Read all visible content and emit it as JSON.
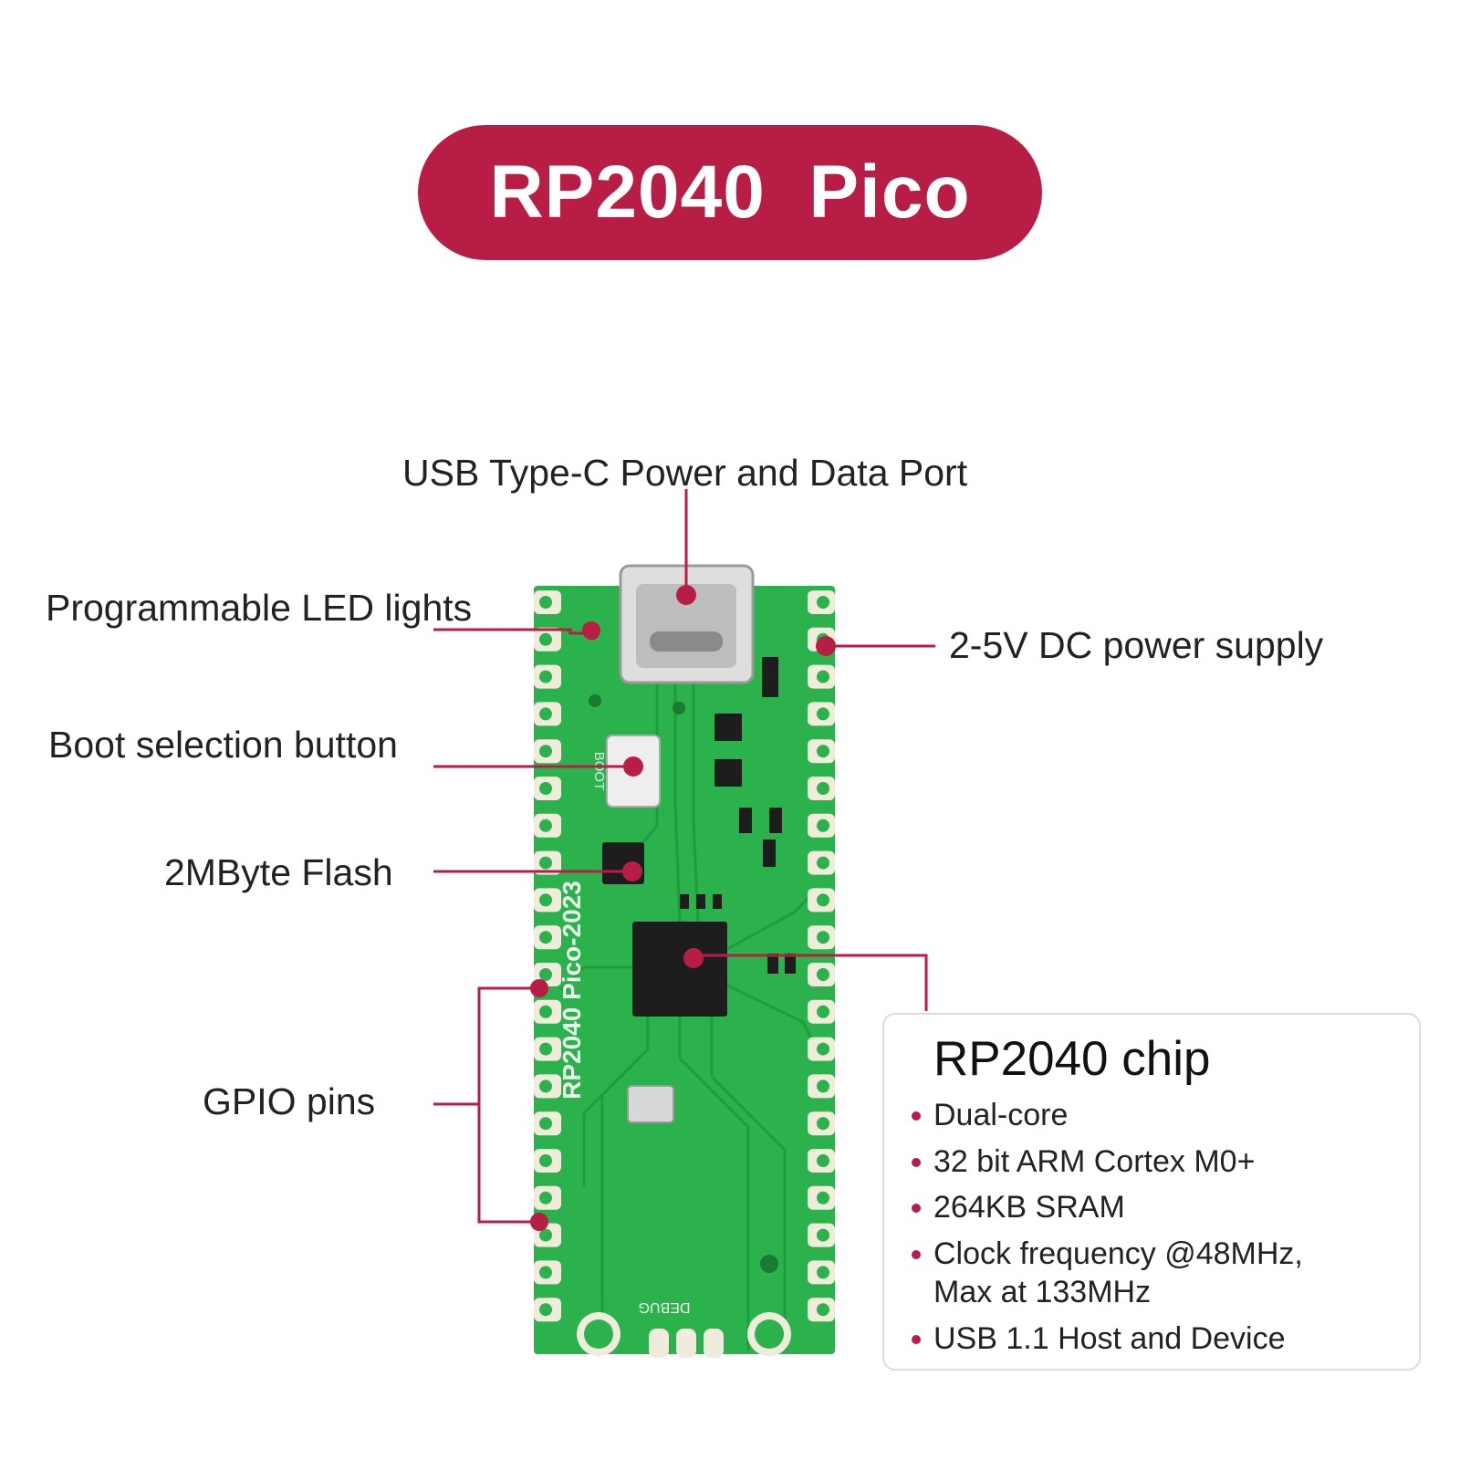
{
  "title": "RP2040  Pico",
  "colors": {
    "accent": "#b81e45",
    "board": "#2bb24c",
    "pad": "#f0ecdc",
    "chip": "#1d1d1d"
  },
  "callouts": {
    "usb": "USB Type-C Power and Data Port",
    "led": "Programmable LED lights",
    "power": "2-5V DC power supply",
    "boot": "Boot selection button",
    "flash": "2MByte Flash",
    "gpio": "GPIO pins"
  },
  "board": {
    "silkscreen": "RP2040 Pico-2023",
    "button_label": "BOOT",
    "bottom_label": "DEBUG"
  },
  "chip_info": {
    "title": "RP2040 chip",
    "features": [
      "Dual-core",
      "32 bit ARM Cortex M0+",
      "264KB SRAM",
      "Clock frequency @48MHz,\nMax at 133MHz",
      "USB 1.1 Host and Device"
    ]
  }
}
